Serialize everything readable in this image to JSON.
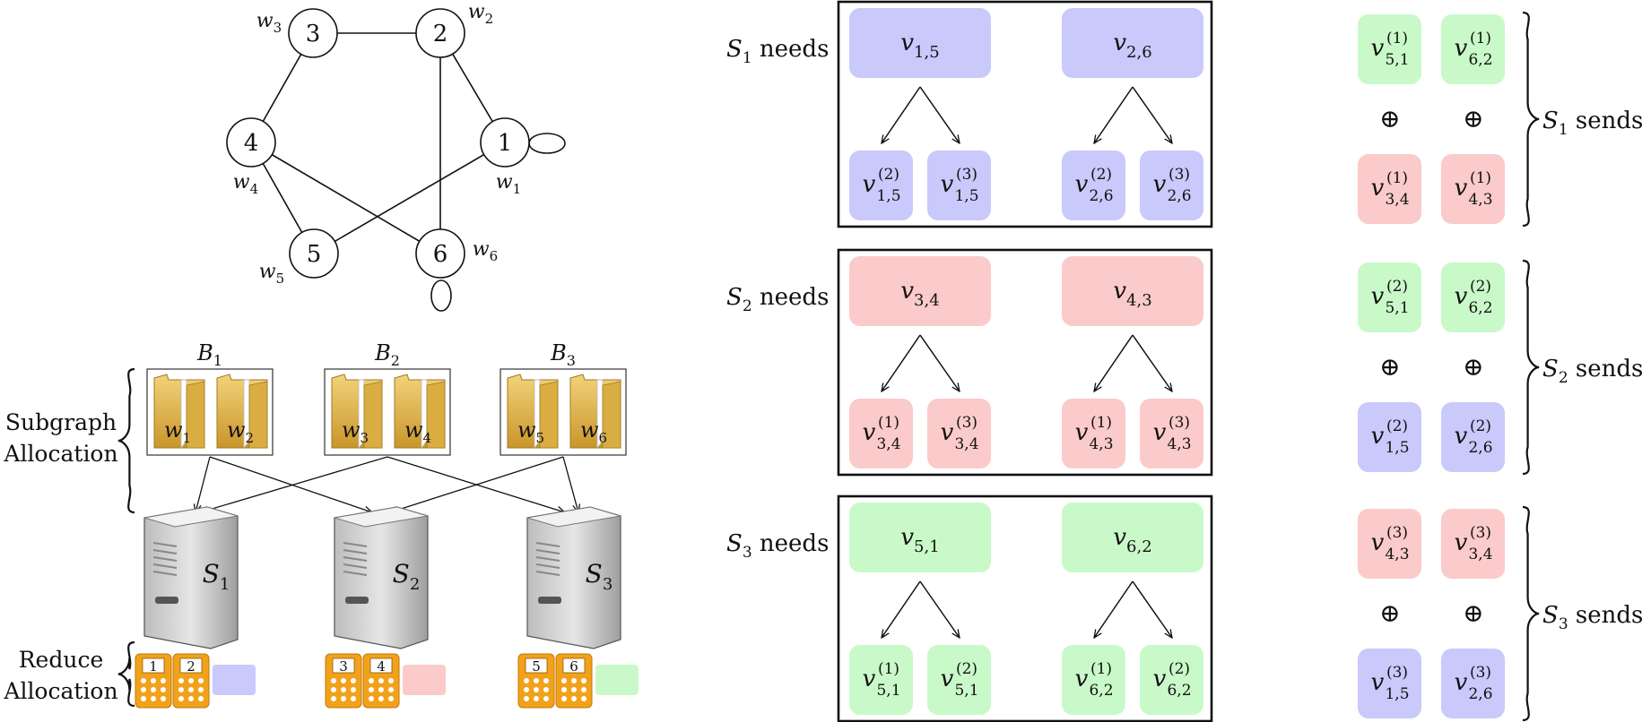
{
  "colors": {
    "blue": "#c9c9fb",
    "red": "#fbcaca",
    "green": "#c9f9c9",
    "folder": "#e9c35a",
    "calc": "#f2a21a",
    "server": "#d8d8d8"
  },
  "graph": {
    "nodes": [
      {
        "id": "1",
        "weight": "w",
        "weight_sub": "1"
      },
      {
        "id": "2",
        "weight": "w",
        "weight_sub": "2"
      },
      {
        "id": "3",
        "weight": "w",
        "weight_sub": "3"
      },
      {
        "id": "4",
        "weight": "w",
        "weight_sub": "4"
      },
      {
        "id": "5",
        "weight": "w",
        "weight_sub": "5"
      },
      {
        "id": "6",
        "weight": "w",
        "weight_sub": "6"
      }
    ]
  },
  "allocation": {
    "subgraph_label": [
      "Subgraph",
      "Allocation"
    ],
    "reduce_label": [
      "Reduce",
      "Allocation"
    ],
    "batches": [
      {
        "name": "B",
        "sub": "1",
        "files": [
          {
            "w": "w",
            "sub": "1"
          },
          {
            "w": "w",
            "sub": "2"
          }
        ]
      },
      {
        "name": "B",
        "sub": "2",
        "files": [
          {
            "w": "w",
            "sub": "3"
          },
          {
            "w": "w",
            "sub": "4"
          }
        ]
      },
      {
        "name": "B",
        "sub": "3",
        "files": [
          {
            "w": "w",
            "sub": "5"
          },
          {
            "w": "w",
            "sub": "6"
          }
        ]
      }
    ],
    "servers": [
      {
        "name": "S",
        "sub": "1",
        "reducers": [
          "1",
          "2"
        ],
        "color": "blue"
      },
      {
        "name": "S",
        "sub": "2",
        "reducers": [
          "3",
          "4"
        ],
        "color": "red"
      },
      {
        "name": "S",
        "sub": "3",
        "reducers": [
          "5",
          "6"
        ],
        "color": "green"
      }
    ]
  },
  "needs": [
    {
      "label_S": "S",
      "label_sub": "1",
      "label_word": "needs",
      "color": "blue",
      "parents": [
        {
          "v": "v",
          "sub": "1,5",
          "children": [
            {
              "sup": "(2)",
              "sub": "1,5"
            },
            {
              "sup": "(3)",
              "sub": "1,5"
            }
          ]
        },
        {
          "v": "v",
          "sub": "2,6",
          "children": [
            {
              "sup": "(2)",
              "sub": "2,6"
            },
            {
              "sup": "(3)",
              "sub": "2,6"
            }
          ]
        }
      ]
    },
    {
      "label_S": "S",
      "label_sub": "2",
      "label_word": "needs",
      "color": "red",
      "parents": [
        {
          "v": "v",
          "sub": "3,4",
          "children": [
            {
              "sup": "(1)",
              "sub": "3,4"
            },
            {
              "sup": "(3)",
              "sub": "3,4"
            }
          ]
        },
        {
          "v": "v",
          "sub": "4,3",
          "children": [
            {
              "sup": "(1)",
              "sub": "4,3"
            },
            {
              "sup": "(3)",
              "sub": "4,3"
            }
          ]
        }
      ]
    },
    {
      "label_S": "S",
      "label_sub": "3",
      "label_word": "needs",
      "color": "green",
      "parents": [
        {
          "v": "v",
          "sub": "5,1",
          "children": [
            {
              "sup": "(1)",
              "sub": "5,1"
            },
            {
              "sup": "(2)",
              "sub": "5,1"
            }
          ]
        },
        {
          "v": "v",
          "sub": "6,2",
          "children": [
            {
              "sup": "(1)",
              "sub": "6,2"
            },
            {
              "sup": "(2)",
              "sub": "6,2"
            }
          ]
        }
      ]
    }
  ],
  "sends": [
    {
      "label_S": "S",
      "label_sub": "1",
      "label_word": "sends",
      "xor": "⊕",
      "top": [
        {
          "sup": "(1)",
          "sub": "5,1",
          "color": "green"
        },
        {
          "sup": "(1)",
          "sub": "6,2",
          "color": "green"
        }
      ],
      "bottom": [
        {
          "sup": "(1)",
          "sub": "3,4",
          "color": "red"
        },
        {
          "sup": "(1)",
          "sub": "4,3",
          "color": "red"
        }
      ]
    },
    {
      "label_S": "S",
      "label_sub": "2",
      "label_word": "sends",
      "xor": "⊕",
      "top": [
        {
          "sup": "(2)",
          "sub": "5,1",
          "color": "green"
        },
        {
          "sup": "(2)",
          "sub": "6,2",
          "color": "green"
        }
      ],
      "bottom": [
        {
          "sup": "(2)",
          "sub": "1,5",
          "color": "blue"
        },
        {
          "sup": "(2)",
          "sub": "2,6",
          "color": "blue"
        }
      ]
    },
    {
      "label_S": "S",
      "label_sub": "3",
      "label_word": "sends",
      "xor": "⊕",
      "top": [
        {
          "sup": "(3)",
          "sub": "4,3",
          "color": "red"
        },
        {
          "sup": "(3)",
          "sub": "3,4",
          "color": "red"
        }
      ],
      "bottom": [
        {
          "sup": "(3)",
          "sub": "1,5",
          "color": "blue"
        },
        {
          "sup": "(3)",
          "sub": "2,6",
          "color": "blue"
        }
      ]
    }
  ]
}
